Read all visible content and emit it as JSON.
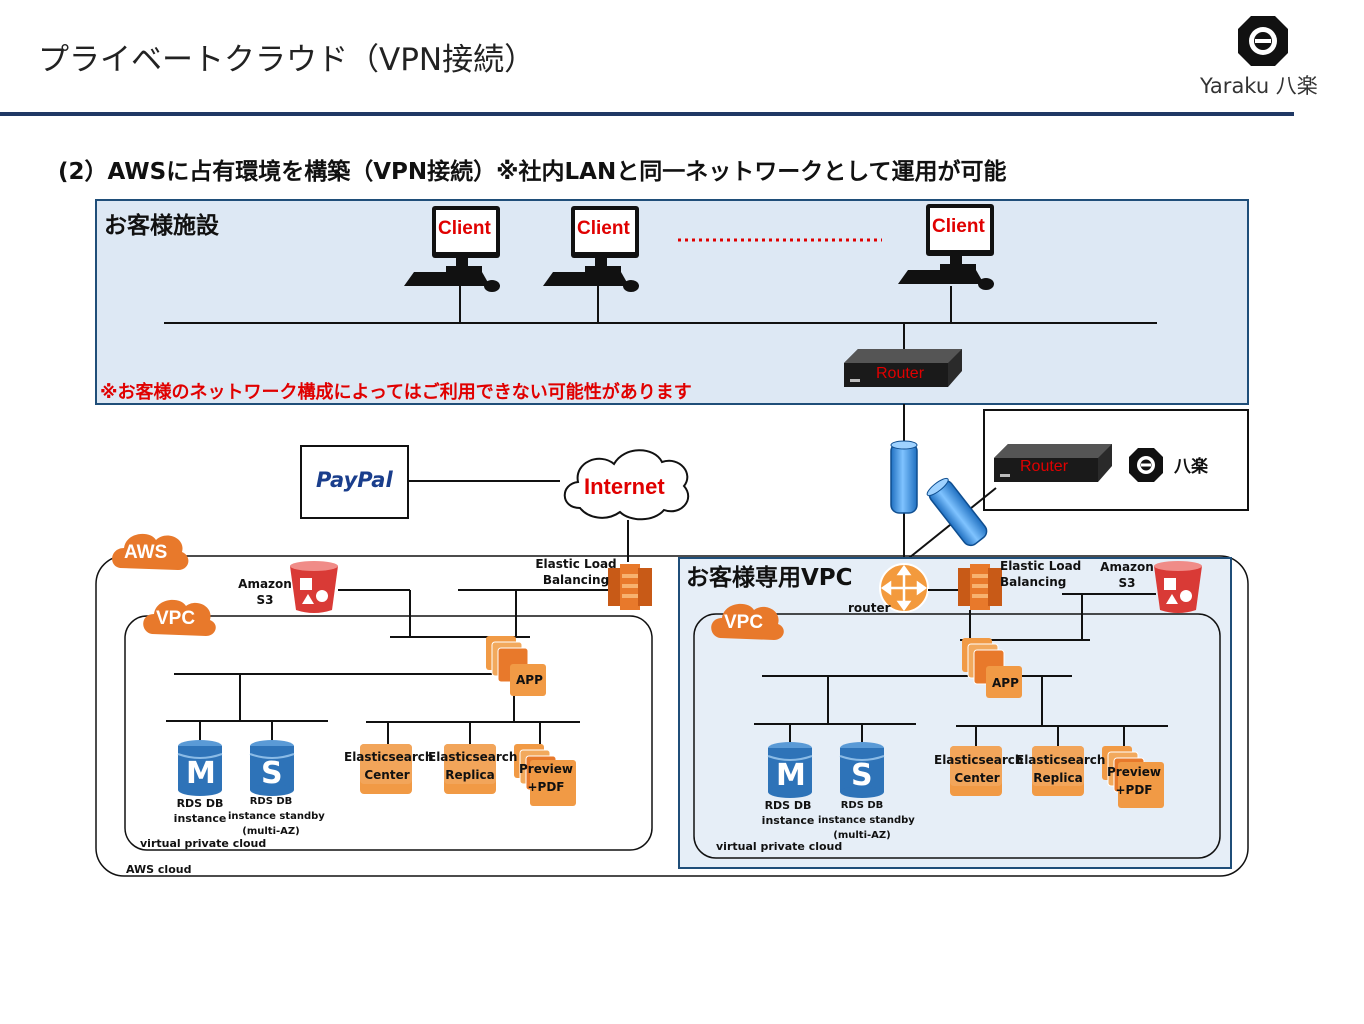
{
  "header": {
    "title": "プライベートクラウド（VPN接続）",
    "brand": "Yaraku 八楽"
  },
  "subtitle": "(2）AWSに占有環境を構築（VPN接続）※社内LANと同一ネットワークとして運用が可能",
  "customer_site": {
    "heading": "お客様施設",
    "clients": [
      "Client",
      "Client",
      "Client"
    ],
    "router": "Router",
    "warning": "※お客様のネットワーク構成によってはご利用できない可能性があります"
  },
  "yaraku_office": {
    "router": "Router",
    "label": "八楽"
  },
  "internet": {
    "paypal": "PayPal",
    "cloud": "Internet"
  },
  "aws_cloud": {
    "badge": "AWS",
    "cloud_label": "AWS cloud",
    "s3": [
      "Amazon",
      "S3"
    ],
    "elb": [
      "Elastic Load",
      "Balancing"
    ],
    "vpc": {
      "badge": "VPC",
      "footer": "virtual private cloud",
      "app": "APP",
      "rds": {
        "letter": "M",
        "label": [
          "RDS DB",
          "instance"
        ]
      },
      "rds_standby": {
        "letter": "S",
        "label": [
          "RDS DB",
          "instance standby",
          "(multi-AZ)"
        ]
      },
      "es_center": [
        "Elasticsearch",
        "Center"
      ],
      "es_replica": [
        "Elasticsearch",
        "Replica"
      ],
      "preview": [
        "Preview",
        "+PDF"
      ]
    }
  },
  "customer_vpc": {
    "heading": "お客様専用VPC",
    "router": "router",
    "elb": [
      "Elastic Load",
      "Balancing"
    ],
    "s3": [
      "Amazon",
      "S3"
    ],
    "vpc": {
      "badge": "VPC",
      "footer": "virtual private cloud",
      "app": "APP",
      "rds": {
        "letter": "M",
        "label": [
          "RDS DB",
          "instance"
        ]
      },
      "rds_standby": {
        "letter": "S",
        "label": [
          "RDS DB",
          "instance standby",
          "(multi-AZ)"
        ]
      },
      "es_center": [
        "Elasticsearch",
        "Center"
      ],
      "es_replica": [
        "Elasticsearch",
        "Replica"
      ],
      "preview": [
        "Preview",
        "+PDF"
      ]
    }
  },
  "colors": {
    "navy_rule": "#1f3864",
    "site_fill": "#dde8f4",
    "site_border": "#1f4e79",
    "aws_orange": "#e8792b",
    "rds_blue": "#2e73b8",
    "alert_red": "#e00000",
    "tunnel_blue": "#2f8fe0"
  },
  "icons": [
    "client-computer-icon",
    "router-icon",
    "paypal-logo",
    "internet-cloud-icon",
    "aws-badge-icon",
    "vpc-badge-icon",
    "s3-bucket-icon",
    "elb-icon",
    "app-server-icon",
    "rds-db-icon",
    "vpn-tunnel-icon",
    "yaraku-logo-icon"
  ]
}
